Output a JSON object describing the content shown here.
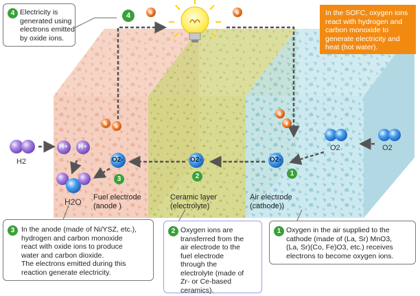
{
  "info_box": {
    "text": "In the SOFC, oxygen ions\nreact with hydrogen and\ncarbon monoxide to\ngenerate electricity and\nheat (hot water).",
    "color": "#f28a12"
  },
  "steps": [
    {
      "number": "1",
      "text": "Oxygen in the air supplied to the\ncathode (made of (La, Sr) MnO3,\n(La, Sr)(Co, Fe)O3, etc.) receives\nelectrons to become oxygen ions."
    },
    {
      "number": "2",
      "text": "Oxygen ions are\ntransferred  from the\nair electrode to the\nfuel electrode\nthrough the\nelectrolyte (made of\nZr- or Ce-based\nceramics)."
    },
    {
      "number": "3",
      "text": "In the anode (made of Ni/YSZ, etc.),\nhydrogen and carbon monoxide\nreact with oxide ions to produce\nwater and carbon dioxide.\nThe electrons emitted during this\nreaction generate electricity."
    },
    {
      "number": "4",
      "text": "Electricity is\ngenerated using\nelectrons emitted\nby oxide  ions."
    }
  ],
  "layers": {
    "fuel": {
      "label": "Fuel electrode\n(anode )",
      "color": "#f3c4b0"
    },
    "electrolyte": {
      "label": "Ceramic layer\n(electrolyte)",
      "color": "#cfd27e"
    },
    "air": {
      "label": "Air electrode\n(cathode))",
      "color": "#bfe2ea"
    }
  },
  "molecules": {
    "h2": "H2",
    "h_plus": "H+",
    "h2o": "H2O",
    "o2": "O2",
    "o_ion": "O2-",
    "electron": "e-"
  },
  "colors": {
    "step_badge": "#3aa03a",
    "electron": "#f07a2a",
    "oxygen_ion": "#2f7fd8",
    "hydrogen": "#9a70d8",
    "arrow": "#555555"
  }
}
